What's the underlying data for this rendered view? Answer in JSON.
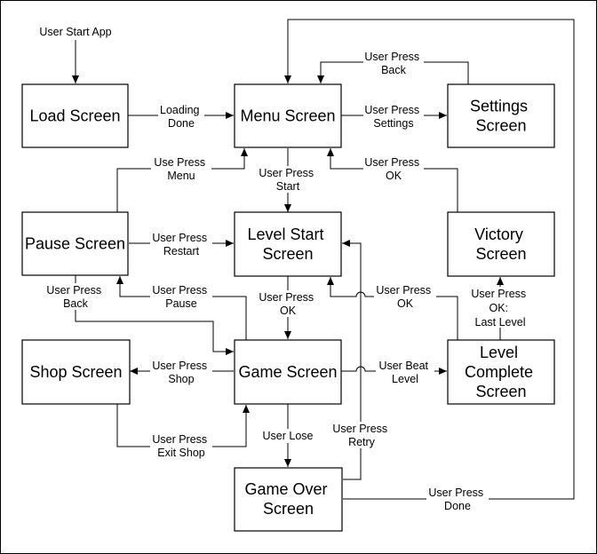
{
  "diagram": {
    "nodes": {
      "load": [
        "Load Screen"
      ],
      "menu": [
        "Menu Screen"
      ],
      "settings": [
        "Settings",
        "Screen"
      ],
      "pause": [
        "Pause Screen"
      ],
      "levelstart": [
        "Level Start",
        "Screen"
      ],
      "victory": [
        "Victory",
        "Screen"
      ],
      "shop": [
        "Shop Screen"
      ],
      "game": [
        "Game Screen"
      ],
      "levelcomplete": [
        "Level",
        "Complete",
        "Screen"
      ],
      "gameover": [
        "Game Over",
        "Screen"
      ]
    },
    "labels": {
      "start_app": [
        "User Start App"
      ],
      "loading_done": [
        "Loading",
        "Done"
      ],
      "to_settings": [
        "User Press",
        "Settings"
      ],
      "settings_back": [
        "User Press",
        "Back"
      ],
      "pause_menu": [
        "Use Press",
        "Menu"
      ],
      "menu_start": [
        "User Press",
        "Start"
      ],
      "victory_ok": [
        "User Press",
        "OK"
      ],
      "pause_restart": [
        "User Press",
        "Restart"
      ],
      "pause_back": [
        "User Press",
        "Back"
      ],
      "game_pause": [
        "User Press",
        "Pause"
      ],
      "levelstart_ok": [
        "User Press",
        "OK"
      ],
      "complete_ok": [
        "User Press",
        "OK"
      ],
      "last_level": [
        "User Press",
        "OK:",
        "Last Level"
      ],
      "game_shop": [
        "User Press",
        "Shop"
      ],
      "beat_level": [
        "User Beat",
        "Level"
      ],
      "exit_shop": [
        "User Press",
        "Exit Shop"
      ],
      "user_lose": [
        "User Lose"
      ],
      "retry": [
        "User Press",
        "Retry"
      ],
      "done": [
        "User Press",
        "Done"
      ]
    }
  }
}
